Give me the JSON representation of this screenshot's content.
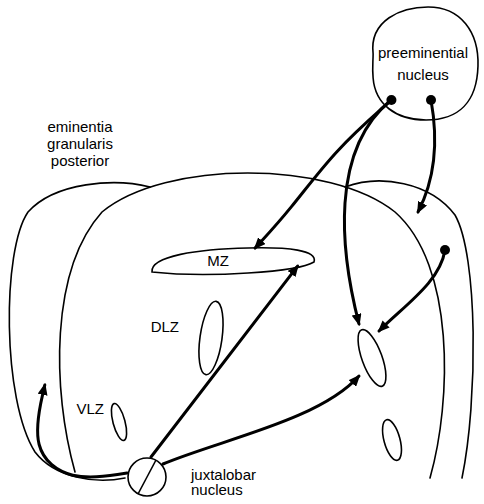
{
  "diagram": {
    "nodes": [
      {
        "text": [
          "preeminential nucleus"
        ]
      },
      {
        "text": [
          "eminentia granularis posterior"
        ]
      },
      {
        "text": [
          "MZ"
        ]
      },
      {
        "text": [
          "DLZ"
        ]
      },
      {
        "text": [
          "VLZ"
        ]
      },
      {
        "text": [
          "juxtalobar nucleus"
        ]
      }
    ],
    "edges": [
      {
        "from": 5,
        "to": 1,
        "arrow": "to"
      },
      {
        "from": 5,
        "to": 2,
        "arrow": "to"
      },
      {
        "from": 0,
        "to": 2,
        "arrow": "to"
      }
    ]
  }
}
